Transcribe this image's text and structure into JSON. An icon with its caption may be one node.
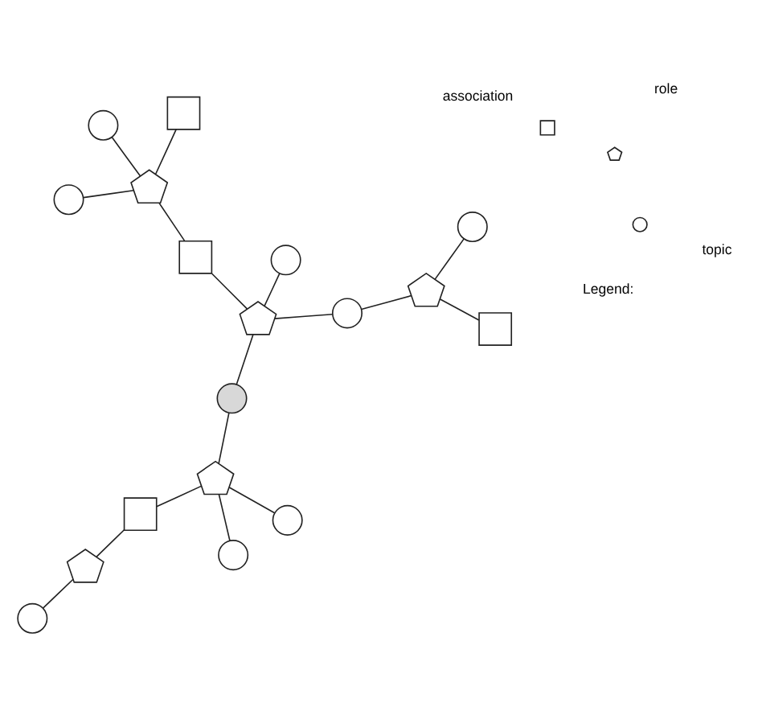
{
  "diagram": {
    "nodes": [
      {
        "text": [],
        "shape": "box"
      },
      {
        "text": [],
        "shape": "box"
      },
      {
        "text": [],
        "shape": "circle"
      },
      {
        "text": [],
        "shape": "pentagon"
      },
      {
        "text": [],
        "shape": "circle"
      },
      {
        "text": [],
        "shape": "pentagon"
      },
      {
        "text": [],
        "shape": "pentagon"
      },
      {
        "text": [],
        "shape": "circle"
      },
      {
        "text": [],
        "shape": "box"
      },
      {
        "text": [],
        "shape": "circle"
      },
      {
        "text": [],
        "shape": "pentagon"
      },
      {
        "text": [],
        "shape": "circle"
      },
      {
        "text": [],
        "shape": "circle"
      },
      {
        "text": [],
        "shape": "pentagon"
      },
      {
        "text": [],
        "shape": "circle"
      },
      {
        "text": [],
        "shape": "box"
      },
      {
        "text": [],
        "shape": "circle"
      },
      {
        "text": [],
        "shape": "circle"
      }
    ],
    "edges": [
      {
        "from": 0,
        "to": 6,
        "arrow": "none"
      },
      {
        "from": 0,
        "to": 5,
        "arrow": "none"
      },
      {
        "from": 6,
        "to": 11,
        "arrow": "none"
      },
      {
        "from": 5,
        "to": 12,
        "arrow": "none"
      },
      {
        "from": 5,
        "to": 7,
        "arrow": "none"
      },
      {
        "from": 5,
        "to": 9,
        "arrow": "none"
      },
      {
        "from": 1,
        "to": 3,
        "arrow": "none"
      },
      {
        "from": 3,
        "to": 2,
        "arrow": "none"
      },
      {
        "from": 3,
        "to": 4,
        "arrow": "none"
      },
      {
        "from": 3,
        "to": 8,
        "arrow": "none"
      },
      {
        "from": 8,
        "to": 10,
        "arrow": "none"
      },
      {
        "from": 10,
        "to": 12,
        "arrow": "none"
      },
      {
        "from": 10,
        "to": 14,
        "arrow": "none"
      },
      {
        "from": 10,
        "to": 16,
        "arrow": "none"
      },
      {
        "from": 13,
        "to": 16,
        "arrow": "none"
      },
      {
        "from": 13,
        "to": 15,
        "arrow": "none"
      },
      {
        "from": 13,
        "to": 17,
        "arrow": "none"
      }
    ],
    "labels": [
      "Legend:"
    ],
    "legend": [
      {
        "text": "topic"
      },
      {
        "text": "role"
      },
      {
        "text": "association"
      }
    ]
  }
}
